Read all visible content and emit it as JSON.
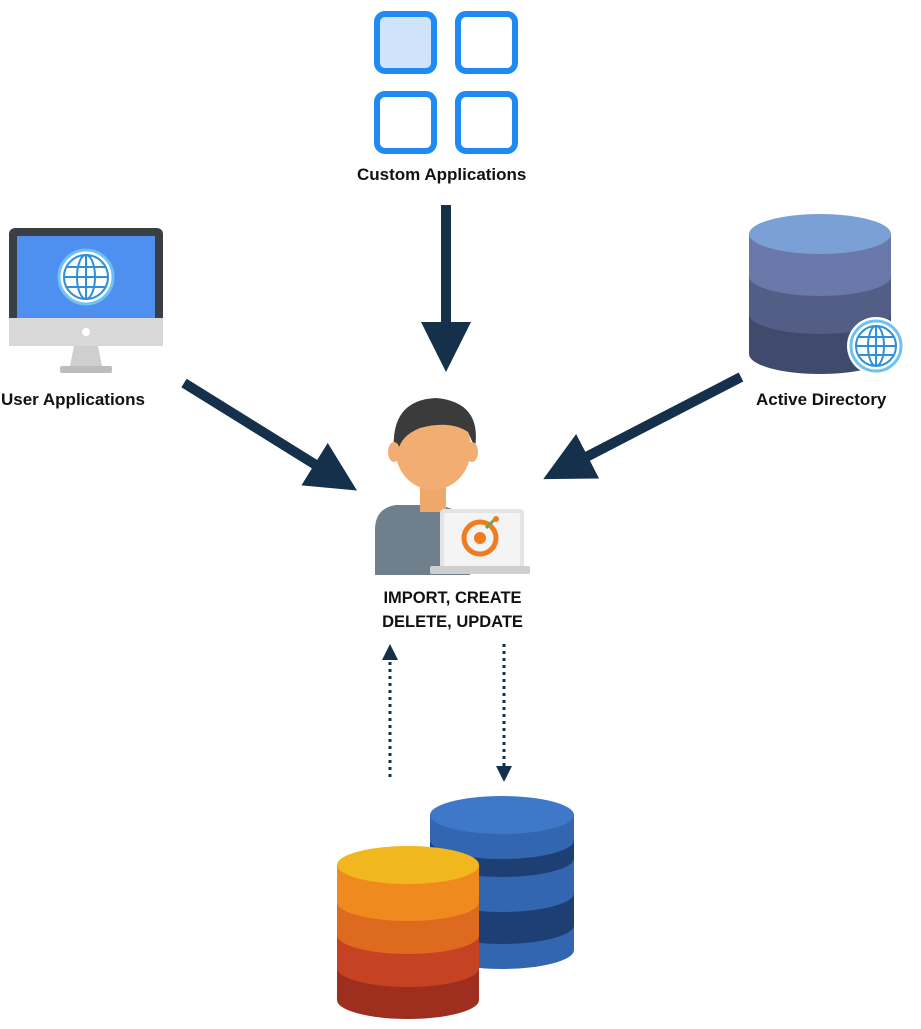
{
  "nodes": {
    "custom_applications": "Custom Applications",
    "user_applications": "User Applications",
    "active_directory": "Active Directory"
  },
  "center": {
    "line1": "IMPORT, CREATE",
    "line2": "DELETE, UPDATE"
  },
  "icons": {
    "custom_applications": "app-grid-icon",
    "user_applications": "monitor-globe-icon",
    "active_directory": "database-globe-icon",
    "center": "user-laptop-icon",
    "storage": "database-stack-icon"
  },
  "colors": {
    "arrow": "#14304a",
    "grid_blue": "#1f8bf0",
    "grid_fill": "#cfe4fa",
    "orange_logo": "#f07c1f"
  }
}
